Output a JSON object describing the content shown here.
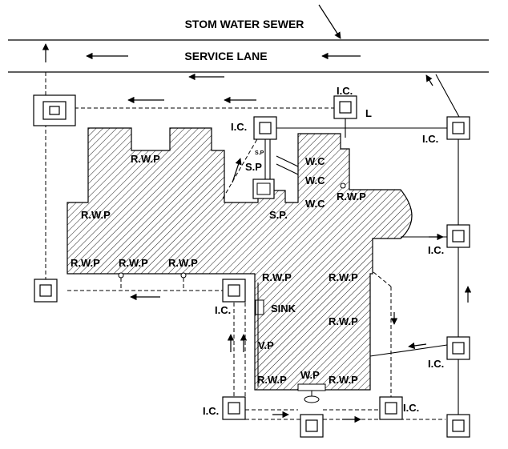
{
  "title": "STOM WATER SEWER",
  "lane": "SERVICE LANE",
  "labels": {
    "ic": "I.C.",
    "l": "L",
    "rwp": "R.W.P",
    "wc": "W.C",
    "sp": "S.P",
    "sp_dot": "S.P.",
    "sp_small": "S.P",
    "sink": "SINK",
    "vp": "V.P",
    "wp": "W.P"
  },
  "colors": {
    "ink": "#000000",
    "background": "#ffffff"
  }
}
